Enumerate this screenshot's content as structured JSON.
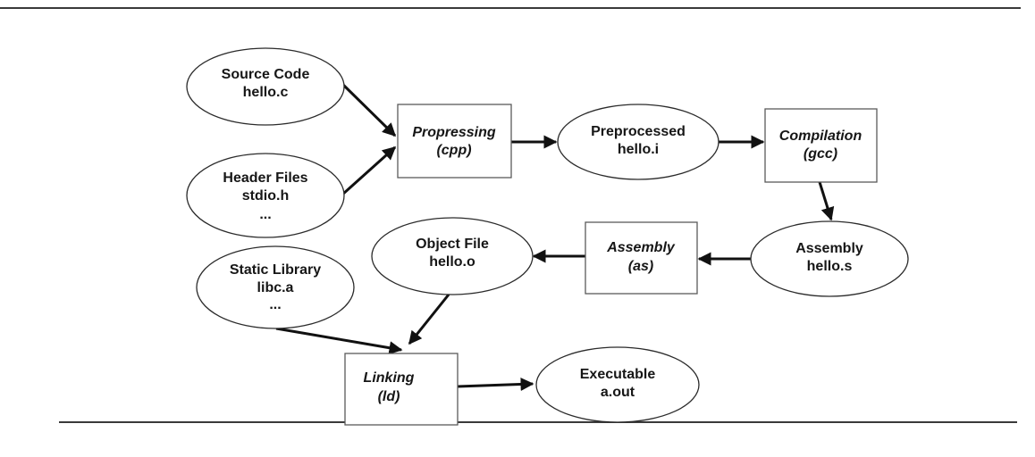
{
  "nodes": {
    "source_code": {
      "line1": "Source Code",
      "line2": "hello.c"
    },
    "header_files": {
      "line1": "Header Files",
      "line2": "stdio.h",
      "line3": "..."
    },
    "preprocessing": {
      "line1": "Propressing",
      "line2": "(cpp)"
    },
    "preprocessed": {
      "line1": "Preprocessed",
      "line2": "hello.i"
    },
    "compilation": {
      "line1": "Compilation",
      "line2": "(gcc)"
    },
    "assembly_file": {
      "line1": "Assembly",
      "line2": "hello.s"
    },
    "assembly_step": {
      "line1": "Assembly",
      "line2": "(as)"
    },
    "object_file": {
      "line1": "Object File",
      "line2": "hello.o"
    },
    "static_library": {
      "line1": "Static Library",
      "line2": "libc.a",
      "line3": "..."
    },
    "linking": {
      "line1": "Linking",
      "line2": "(ld)"
    },
    "executable": {
      "line1": "Executable",
      "line2": "a.out"
    }
  }
}
